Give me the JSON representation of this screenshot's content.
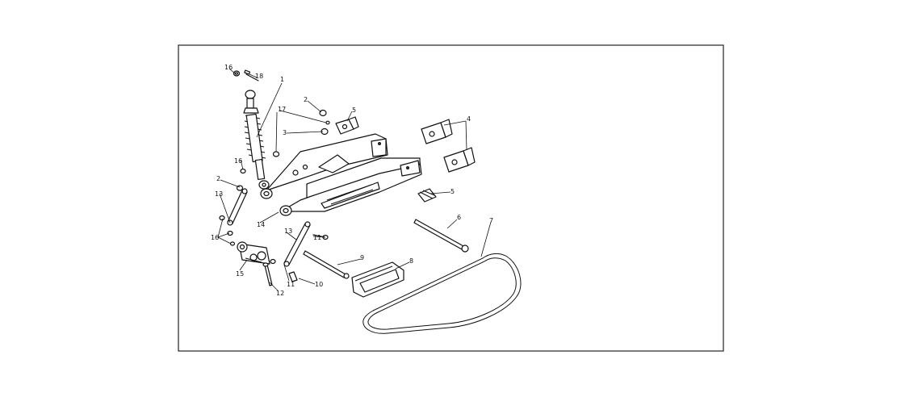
{
  "callouts": {
    "c1": "1",
    "c2a": "2",
    "c2b": "2",
    "c3": "3",
    "c4": "4",
    "c5a": "5",
    "c5b": "5",
    "c6": "6",
    "c7": "7",
    "c8": "8",
    "c9": "9",
    "c10": "10",
    "c11a": "11",
    "c11b": "11",
    "c12": "12",
    "c13a": "13",
    "c13b": "13",
    "c14": "14",
    "c15": "15",
    "c16a": "16",
    "c16b": "16",
    "c16c": "16",
    "c17": "17",
    "c18": "18"
  }
}
